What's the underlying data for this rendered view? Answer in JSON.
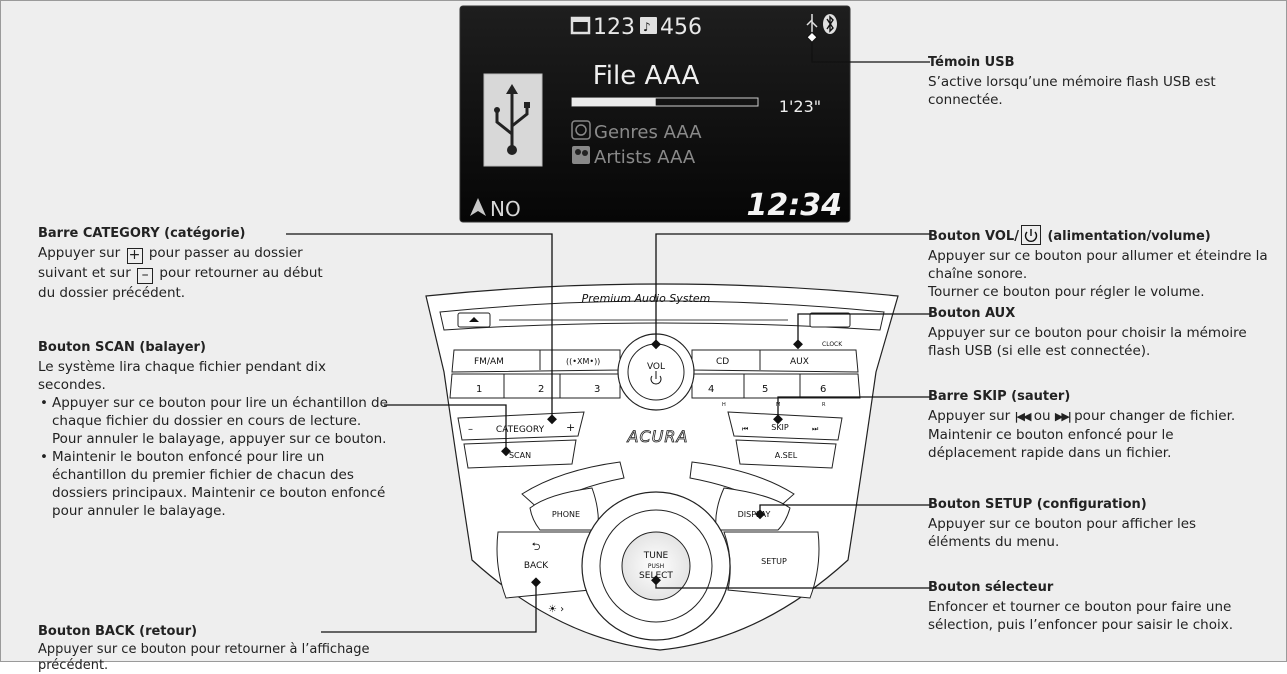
{
  "display": {
    "top_num1": "123",
    "top_num2": "456",
    "file": "File AAA",
    "time": "1'23\"",
    "genre": "Genres AAA",
    "artist": "Artists AAA",
    "compass": "NO",
    "clock": "12:34",
    "progress": 0.45
  },
  "unit": {
    "brand_band": "Premium Audio System",
    "buttons": {
      "fm_am": "FM/AM",
      "xm": "((•XM•))",
      "cd": "CD",
      "aux": "AUX",
      "clock": "CLOCK",
      "presets": [
        "1",
        "2",
        "3",
        "4",
        "5",
        "6"
      ],
      "h": "H",
      "m": "M",
      "r": "R",
      "vol": "VOL",
      "category": "CATEGORY",
      "scan": "SCAN",
      "skip": "SKIP",
      "asel": "A.SEL",
      "logo": "ACURA",
      "phone": "PHONE",
      "display": "DISPLAY",
      "setup": "SETUP",
      "back": "BACK",
      "tune": "TUNE",
      "push": "PUSH",
      "select": "SELECT"
    }
  },
  "callouts": {
    "category": {
      "title": "Barre CATEGORY (catégorie)",
      "d1": "Appuyer sur",
      "d2": "pour passer au dossier",
      "d3": "suivant et sur",
      "d4": "pour retourner au début",
      "d5": "du dossier précédent.",
      "plus": "+",
      "minus": "–"
    },
    "scan": {
      "title": "Bouton SCAN (balayer)",
      "desc": "Le système lira chaque fichier pendant dix secondes.",
      "b1": "Appuyer sur ce bouton pour lire un échantillon de chaque fichier du dossier en cours de lecture. Pour annuler le balayage, appuyer sur ce bouton.",
      "b2": "Maintenir le bouton enfoncé pour lire un échantillon du premier fichier de chacun des dossiers principaux. Maintenir ce bouton enfoncé pour annuler le balayage."
    },
    "back": {
      "title": "Bouton BACK (retour)",
      "desc": "Appuyer sur ce bouton pour retourner à l’affichage précédent."
    },
    "usb": {
      "title": "Témoin USB",
      "desc": "S’active lorsqu’une mémoire flash USB est connectée."
    },
    "vol": {
      "title_a": "Bouton VOL/",
      "title_b": "(alimentation/volume)",
      "d1": "Appuyer sur ce bouton pour allumer et éteindre la chaîne sonore.",
      "d2": "Tourner ce bouton pour régler le volume."
    },
    "aux": {
      "title": "Bouton AUX",
      "desc": "Appuyer sur ce bouton pour choisir la mémoire flash USB (si elle est connectée)."
    },
    "skip": {
      "title": "Barre SKIP (sauter)",
      "d1a": "Appuyer sur",
      "d1b": "ou",
      "d1c": "pour changer de fichier.",
      "d2": "Maintenir ce bouton enfoncé pour le déplacement rapide dans un fichier."
    },
    "setup": {
      "title": "Bouton SETUP (configuration)",
      "desc": "Appuyer sur ce bouton pour afficher les éléments du menu."
    },
    "selector": {
      "title": "Bouton sélecteur",
      "desc": "Enfoncer et tourner ce bouton pour faire une sélection, puis l’enfoncer pour saisir le choix."
    }
  }
}
